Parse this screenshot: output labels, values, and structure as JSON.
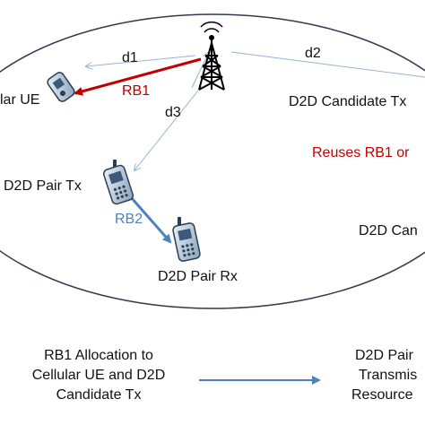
{
  "labels": {
    "cellular_ue": "lar UE",
    "d1": "d1",
    "d2": "d2",
    "d3": "d3",
    "rb1": "RB1",
    "rb2": "RB2",
    "d2d_candidate_tx": "D2D Candidate Tx",
    "reuses": "Reuses RB1 or",
    "d2d_pair_tx": "D2D Pair Tx",
    "d2d_pair_rx": "D2D Pair Rx",
    "d2d_can": "D2D Can"
  },
  "bottom": {
    "left_line1": "RB1 Allocation to",
    "left_line2": "Cellular UE and D2D",
    "left_line3": "Candidate Tx",
    "right_line1": "D2D Pair",
    "right_line2": "Transmis",
    "right_line3": "Resource"
  },
  "colors": {
    "red": "#c00000",
    "blue": "#4f81bd",
    "link_line": "#95b3d7",
    "ellipse": "#2f3b4d"
  },
  "icons": {
    "tower": "cell-tower-icon",
    "cellular_ue": "flip-phone-icon",
    "pair_tx": "mobile-phone-icon",
    "pair_rx": "mobile-phone-icon"
  }
}
